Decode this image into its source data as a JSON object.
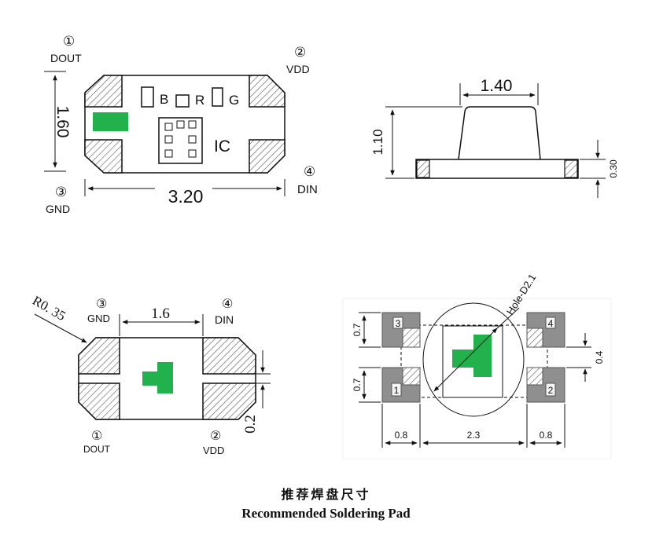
{
  "top_view": {
    "pin1": {
      "num": "①",
      "name": "DOUT"
    },
    "pin2": {
      "num": "②",
      "name": "VDD"
    },
    "pin3": {
      "num": "③",
      "name": "GND"
    },
    "pin4": {
      "num": "④",
      "name": "DIN"
    },
    "width": "3.20",
    "height": "1.60",
    "chip_b": "B",
    "chip_r": "R",
    "chip_g": "G",
    "ic_label": "IC"
  },
  "side_view": {
    "top_width": "1.40",
    "total_height": "1.10",
    "base_height": "0.30"
  },
  "bottom_view": {
    "radius": "R0. 35",
    "pin3": {
      "num": "③",
      "name": "GND"
    },
    "pin4": {
      "num": "④",
      "name": "DIN"
    },
    "pin1": {
      "num": "①",
      "name": "DOUT"
    },
    "pin2": {
      "num": "②",
      "name": "VDD"
    },
    "width": "1.6",
    "gap": "0.2"
  },
  "solder_pad": {
    "hole": "Hole-D2.1",
    "pad_h_top": "0.7",
    "pad_h_bottom": "0.7",
    "gap": "0.4",
    "w_left": "0.8",
    "w_mid": "2.3",
    "w_right": "0.8",
    "pad1": "1",
    "pad2": "2",
    "pad3": "3",
    "pad4": "4"
  },
  "caption": {
    "chinese": "推荐焊盘尺寸",
    "english": "Recommended Soldering Pad"
  },
  "colors": {
    "led_green": "#22b14c",
    "pad_gray": "#8f8f8f",
    "hatch": "#555555"
  }
}
